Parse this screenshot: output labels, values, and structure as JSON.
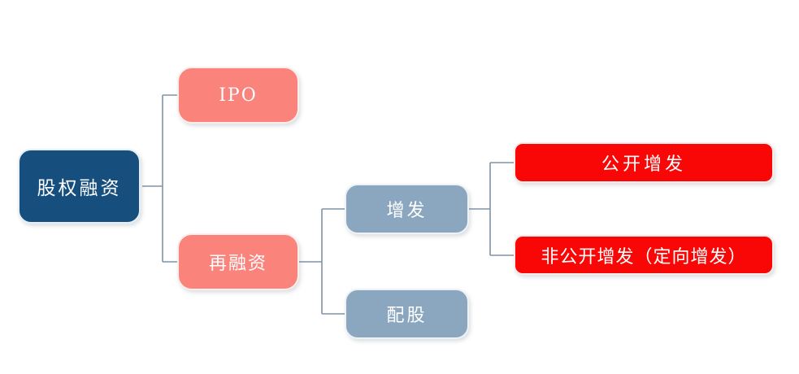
{
  "diagram": {
    "title": "equity-financing-tree",
    "type": "tree",
    "direction": "left-to-right",
    "colors": {
      "root_fill": "#164F7D",
      "level1_fill": "#FA837C",
      "level2_fill": "#8BA6BF",
      "level3_fill": "#F90606",
      "connector": "#7E93A6",
      "text": "#FFFFFF",
      "background": "#FFFFFF"
    },
    "nodes": {
      "root": {
        "label": "股权融资",
        "level": 0
      },
      "ipo": {
        "label": "IPO",
        "level": 1
      },
      "refinancing": {
        "label": "再融资",
        "level": 1
      },
      "additional_issue": {
        "label": "增发",
        "level": 2
      },
      "rights_issue": {
        "label": "配股",
        "level": 2
      },
      "public_issue": {
        "label": "公开增发",
        "level": 3
      },
      "private_placement": {
        "label": "非公开增发（定向增发）",
        "level": 3
      }
    },
    "edges": [
      [
        "root",
        "ipo"
      ],
      [
        "root",
        "refinancing"
      ],
      [
        "refinancing",
        "additional_issue"
      ],
      [
        "refinancing",
        "rights_issue"
      ],
      [
        "additional_issue",
        "public_issue"
      ],
      [
        "additional_issue",
        "private_placement"
      ]
    ]
  }
}
